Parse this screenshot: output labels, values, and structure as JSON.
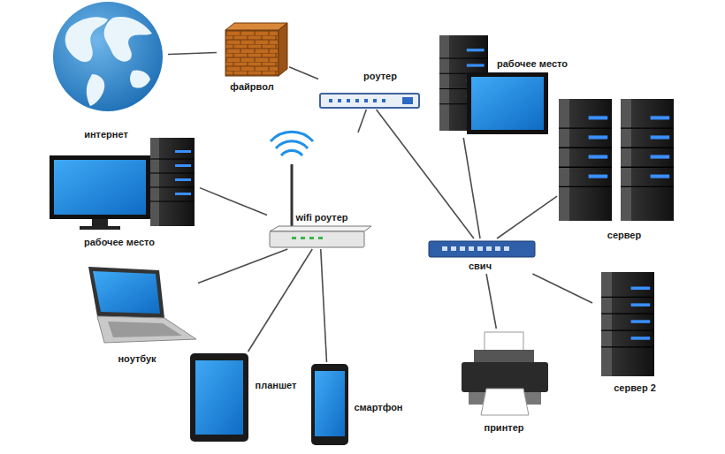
{
  "diagram": {
    "nodes": [
      {
        "text": [
          "интернет"
        ]
      },
      {
        "text": [
          "файрвол"
        ]
      },
      {
        "text": [
          "роутер"
        ]
      },
      {
        "text": [
          "рабочее место"
        ]
      },
      {
        "text": [
          "рабочее место"
        ]
      },
      {
        "text": [
          "wifi роутер"
        ]
      },
      {
        "text": [
          "сервер"
        ]
      },
      {
        "text": [
          "свич"
        ]
      },
      {
        "text": [
          "ноутбук"
        ]
      },
      {
        "text": [
          "планшет"
        ]
      },
      {
        "text": [
          "смартфон"
        ]
      },
      {
        "text": [
          "принтер"
        ]
      },
      {
        "text": [
          "сервер 2"
        ]
      }
    ],
    "edges": [
      {
        "from": 0,
        "to": 1,
        "arrow": "none"
      },
      {
        "from": 1,
        "to": 2,
        "arrow": "none"
      },
      {
        "from": 2,
        "to": 5,
        "arrow": "none"
      },
      {
        "from": 2,
        "to": 7,
        "arrow": "none"
      },
      {
        "from": 5,
        "to": 4,
        "arrow": "none"
      },
      {
        "from": 5,
        "to": 8,
        "arrow": "none"
      },
      {
        "from": 5,
        "to": 9,
        "arrow": "none"
      },
      {
        "from": 5,
        "to": 10,
        "arrow": "none"
      },
      {
        "from": 7,
        "to": 3,
        "arrow": "none"
      },
      {
        "from": 7,
        "to": 6,
        "arrow": "none"
      },
      {
        "from": 7,
        "to": 11,
        "arrow": "none"
      },
      {
        "from": 7,
        "to": 12,
        "arrow": "none"
      }
    ]
  }
}
